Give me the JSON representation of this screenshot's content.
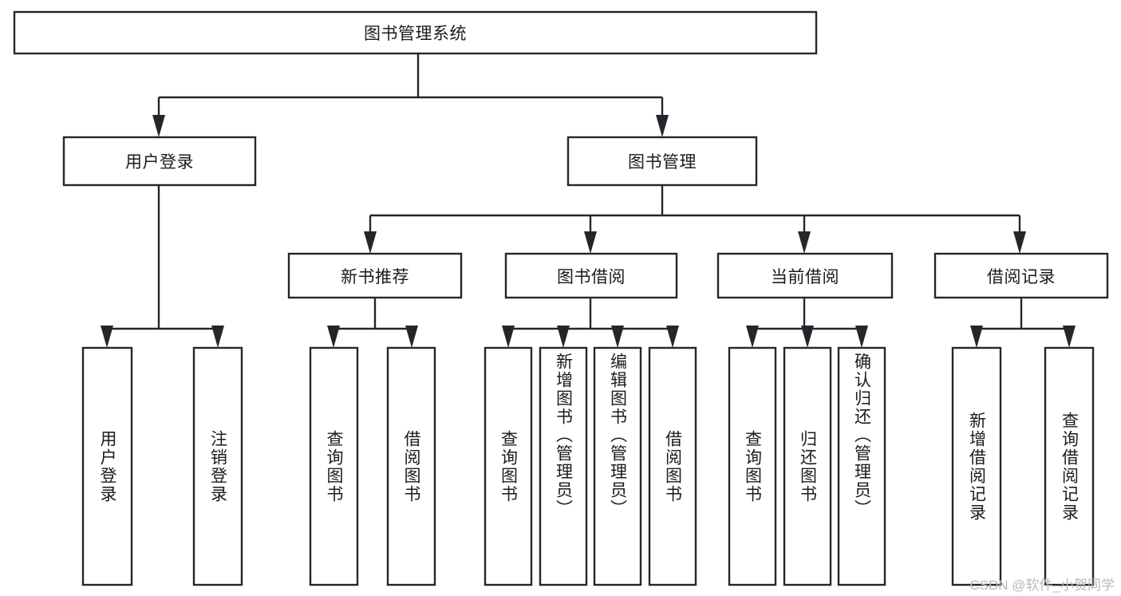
{
  "diagram": {
    "title": "图书管理系统",
    "watermark": "CSDN @软件_小贺同学",
    "colors": {
      "stroke": "#23272b",
      "fill": "#ffffff",
      "text": "#1b1b1b",
      "watermark": "#b9b9b9",
      "background": "#ffffff"
    },
    "root": {
      "label": "图书管理系统"
    },
    "level1": [
      {
        "label": "用户登录"
      },
      {
        "label": "图书管理"
      }
    ],
    "level2": [
      {
        "label": "新书推荐"
      },
      {
        "label": "图书借阅"
      },
      {
        "label": "当前借阅"
      },
      {
        "label": "借阅记录"
      }
    ],
    "leaves": {
      "user_login": [
        {
          "label": "用户登录"
        },
        {
          "label": "注销登录"
        }
      ],
      "new_book_recommend": [
        {
          "label": "查询图书"
        },
        {
          "label": "借阅图书"
        }
      ],
      "book_borrow": [
        {
          "label": "查询图书"
        },
        {
          "label": "新增图书（管理员）"
        },
        {
          "label": "编辑图书（管理员）"
        },
        {
          "label": "借阅图书"
        }
      ],
      "current_borrow": [
        {
          "label": "查询图书"
        },
        {
          "label": "归还图书"
        },
        {
          "label": "确认归还（管理员）"
        }
      ],
      "borrow_record": [
        {
          "label": "新增借阅记录"
        },
        {
          "label": "查询借阅记录"
        }
      ]
    }
  }
}
